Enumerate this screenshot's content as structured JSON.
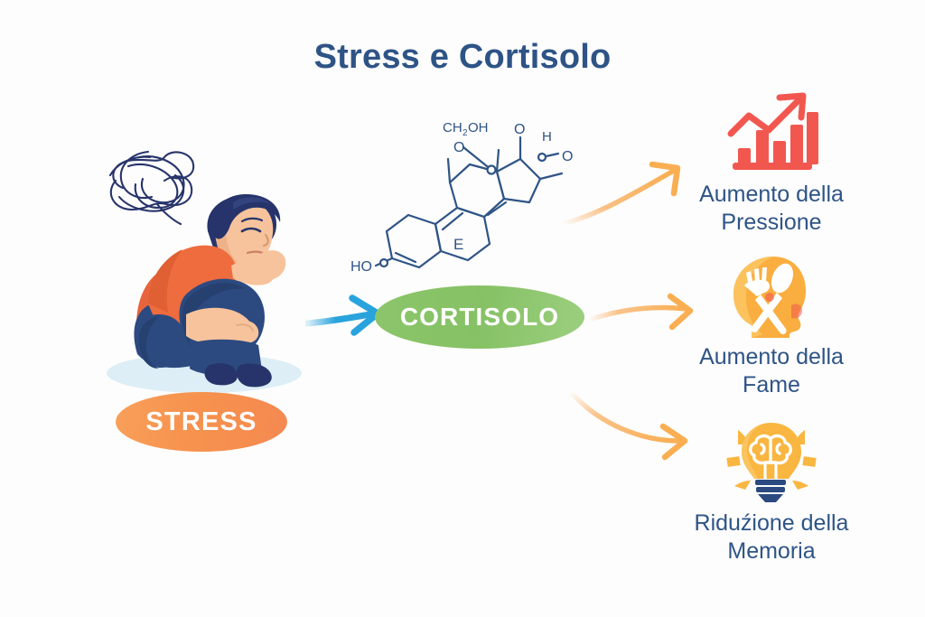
{
  "page": {
    "title": "Stress e Cortisolo",
    "background_color": "#fdfdfd",
    "title_color": "#2e5486"
  },
  "source": {
    "label": "STRESS",
    "badge_color": "#f6924e",
    "illustration": "stressed-person-sitting-hugging-knees"
  },
  "hormone": {
    "label": "CORTISOLO",
    "badge_color": "#86c165",
    "molecule": {
      "name": "cortisol-structure",
      "color": "#2e5486",
      "labels": [
        "CH",
        "2",
        "OH",
        "O",
        "O",
        "H",
        "O",
        "HO",
        "E"
      ]
    }
  },
  "connector": {
    "stress_to_cortisol_color": "#29a3dc",
    "cortisol_to_effects_color": "#f8ab5a"
  },
  "effects": [
    {
      "icon": "bar-chart-rising-icon",
      "icon_color": "#f2574f",
      "line1": "Aumento della",
      "line2": "Pressione"
    },
    {
      "icon": "head-fork-spoon-icon",
      "icon_color": "#f9ae3f",
      "line1": "Aumento della",
      "line2": "Fame"
    },
    {
      "icon": "lightbulb-brain-icon",
      "icon_color": "#f9b640",
      "line1": "Riduźione della",
      "line2": "Memoria"
    }
  ]
}
